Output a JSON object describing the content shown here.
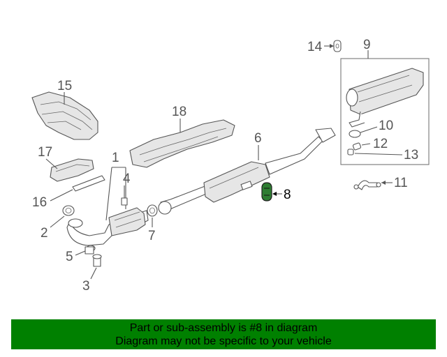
{
  "diagram": {
    "callouts": {
      "c1": "1",
      "c2": "2",
      "c3": "3",
      "c4": "4",
      "c5": "5",
      "c6": "6",
      "c7": "7",
      "c8": "8",
      "c9": "9",
      "c10": "10",
      "c11": "11",
      "c12": "12",
      "c13": "13",
      "c14": "14",
      "c15": "15",
      "c16": "16",
      "c17": "17",
      "c18": "18"
    },
    "highlighted_part": "8",
    "colors": {
      "highlight": "#2e7d32",
      "banner": "#008000",
      "linework": "#555555"
    }
  },
  "banner": {
    "line1": "Part or sub-assembly is #8 in diagram",
    "line2": "Diagram may not be specific to your vehicle"
  }
}
